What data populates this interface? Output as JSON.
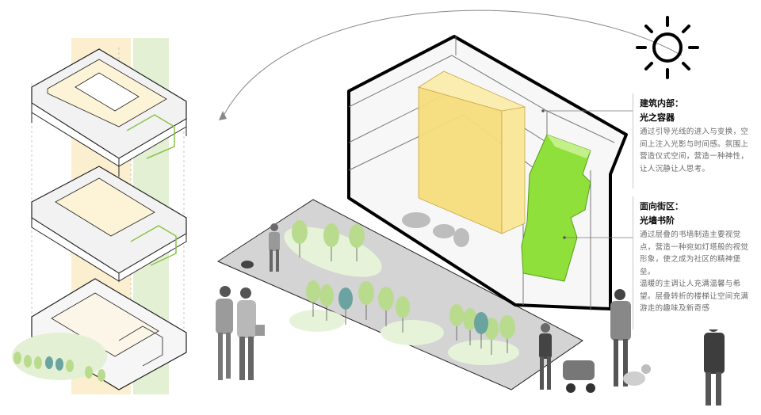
{
  "panels": {
    "interior": {
      "heading": "建筑内部：",
      "title": "光之容器",
      "body": "通过引导光线的进入与变换，空间上注入光影与时间感。氛围上营造仪式空间，营造一种神性，让人沉静让人思考。"
    },
    "street": {
      "heading": "面向街区：",
      "title": "光墙书阶",
      "body1": "通过层叠的书墙制造主要视觉点，营造一种宛如灯塔般的视觉形象，使之成为社区的精神堡垒。",
      "body2": "温暖的主调让人充满温馨与希望。层叠转折的楼梯让空间充满游走的趣味及新奇感"
    }
  },
  "colors": {
    "light_volume": "#f6dc7c",
    "stair_green": "#8fe03a",
    "tree_green": "#b9db8e",
    "tree_teal": "#6ba3a1",
    "ground_gray": "#d4d4d4",
    "yellow_band": "#fbefcf",
    "green_band": "#e3f0d3"
  },
  "icons": {
    "sun": "sun-icon"
  }
}
